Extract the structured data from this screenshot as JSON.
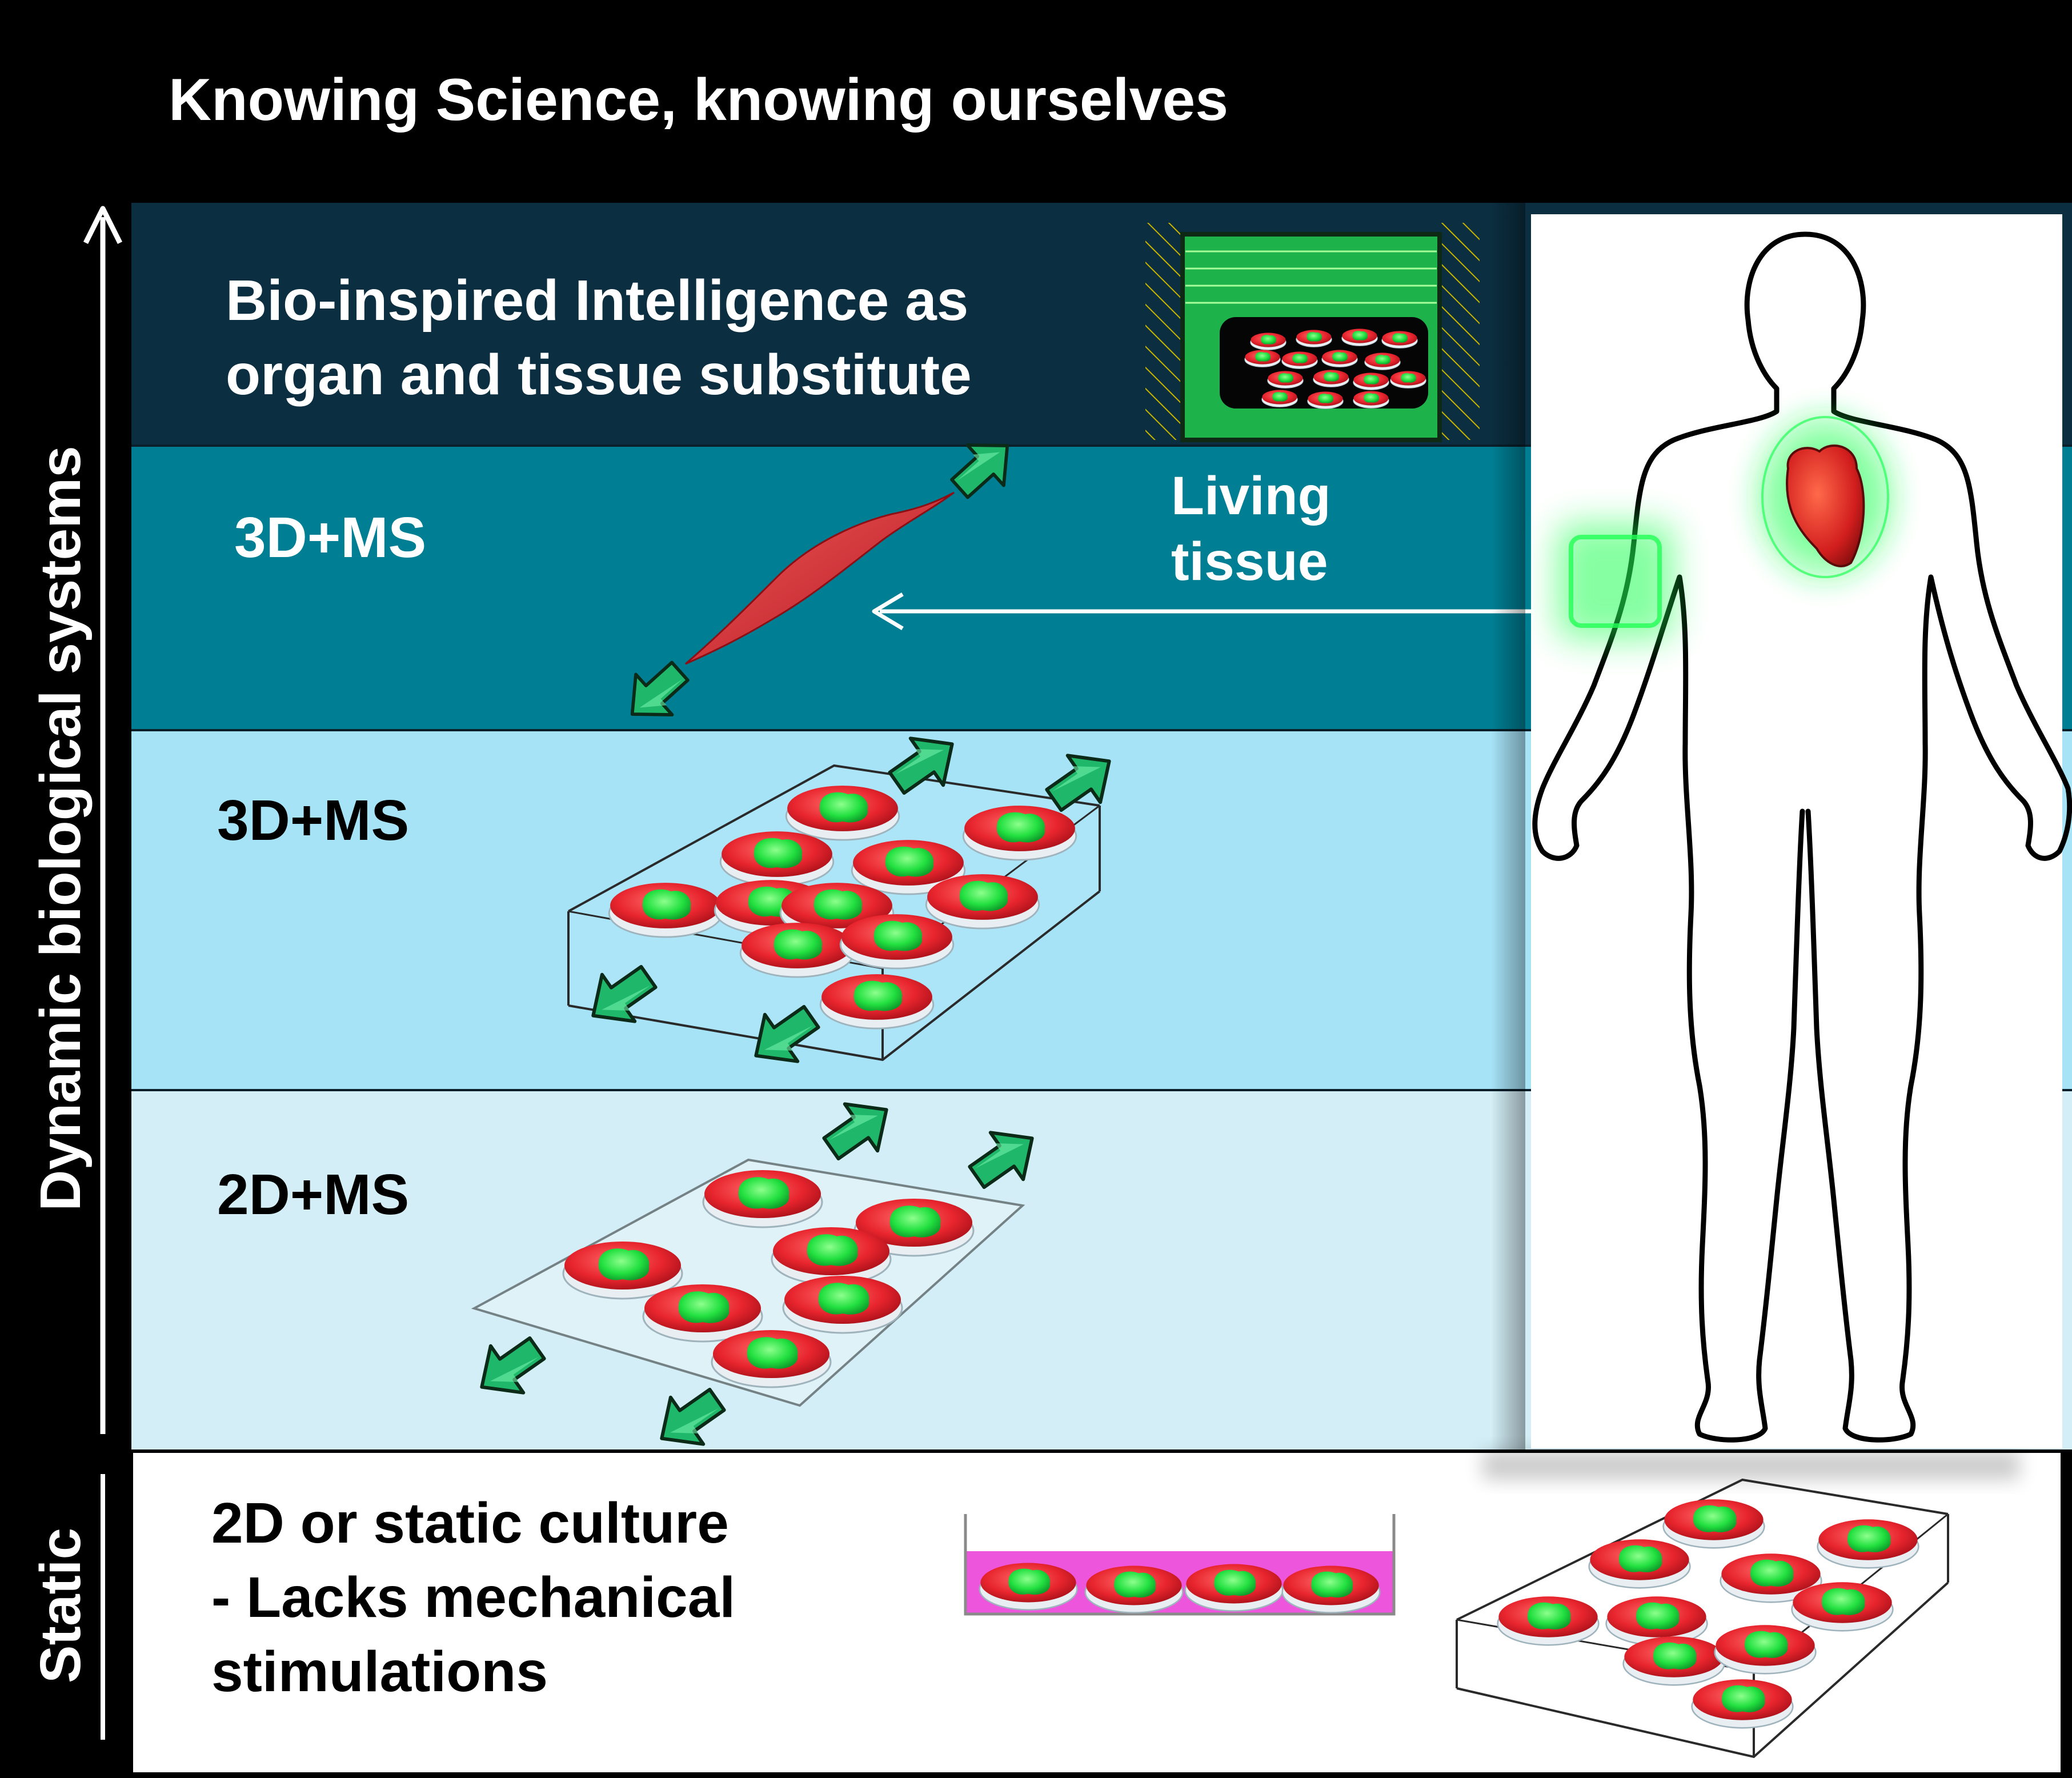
{
  "title": "Knowing Science, knowing ourselves",
  "side_labels": {
    "dynamic": "Dynamic biological systems",
    "static": "Static"
  },
  "bands": {
    "bio_line1": "Bio-inspired  Intelligence as",
    "bio_line2": "organ and tissue substitute",
    "muscle": "3D+MS",
    "three_d": "3D+MS",
    "two_d": "2D+MS",
    "static_line1": "2D or static culture",
    "static_line2": "- Lacks mechanical",
    "static_line3": "stimulations"
  },
  "living_tissue": {
    "line1": "Living",
    "line2": "tissue"
  },
  "colors": {
    "header": "#000000",
    "band_bio": "#0b2e40",
    "band_muscle": "#007f94",
    "band_3d": "#a6e3f7",
    "band_2d": "#d3eef6",
    "band_static": "#ffffff",
    "cell_red": "#e8252e",
    "nucleus_green": "#22e040",
    "arrow_green": "#1fb86a",
    "dish_pink": "#ee55dd"
  },
  "icons": [
    "up-arrow-icon",
    "body-silhouette-icon",
    "heart-icon",
    "muscle-fiber-icon",
    "green-arrow-icon",
    "left-arrow-icon"
  ]
}
